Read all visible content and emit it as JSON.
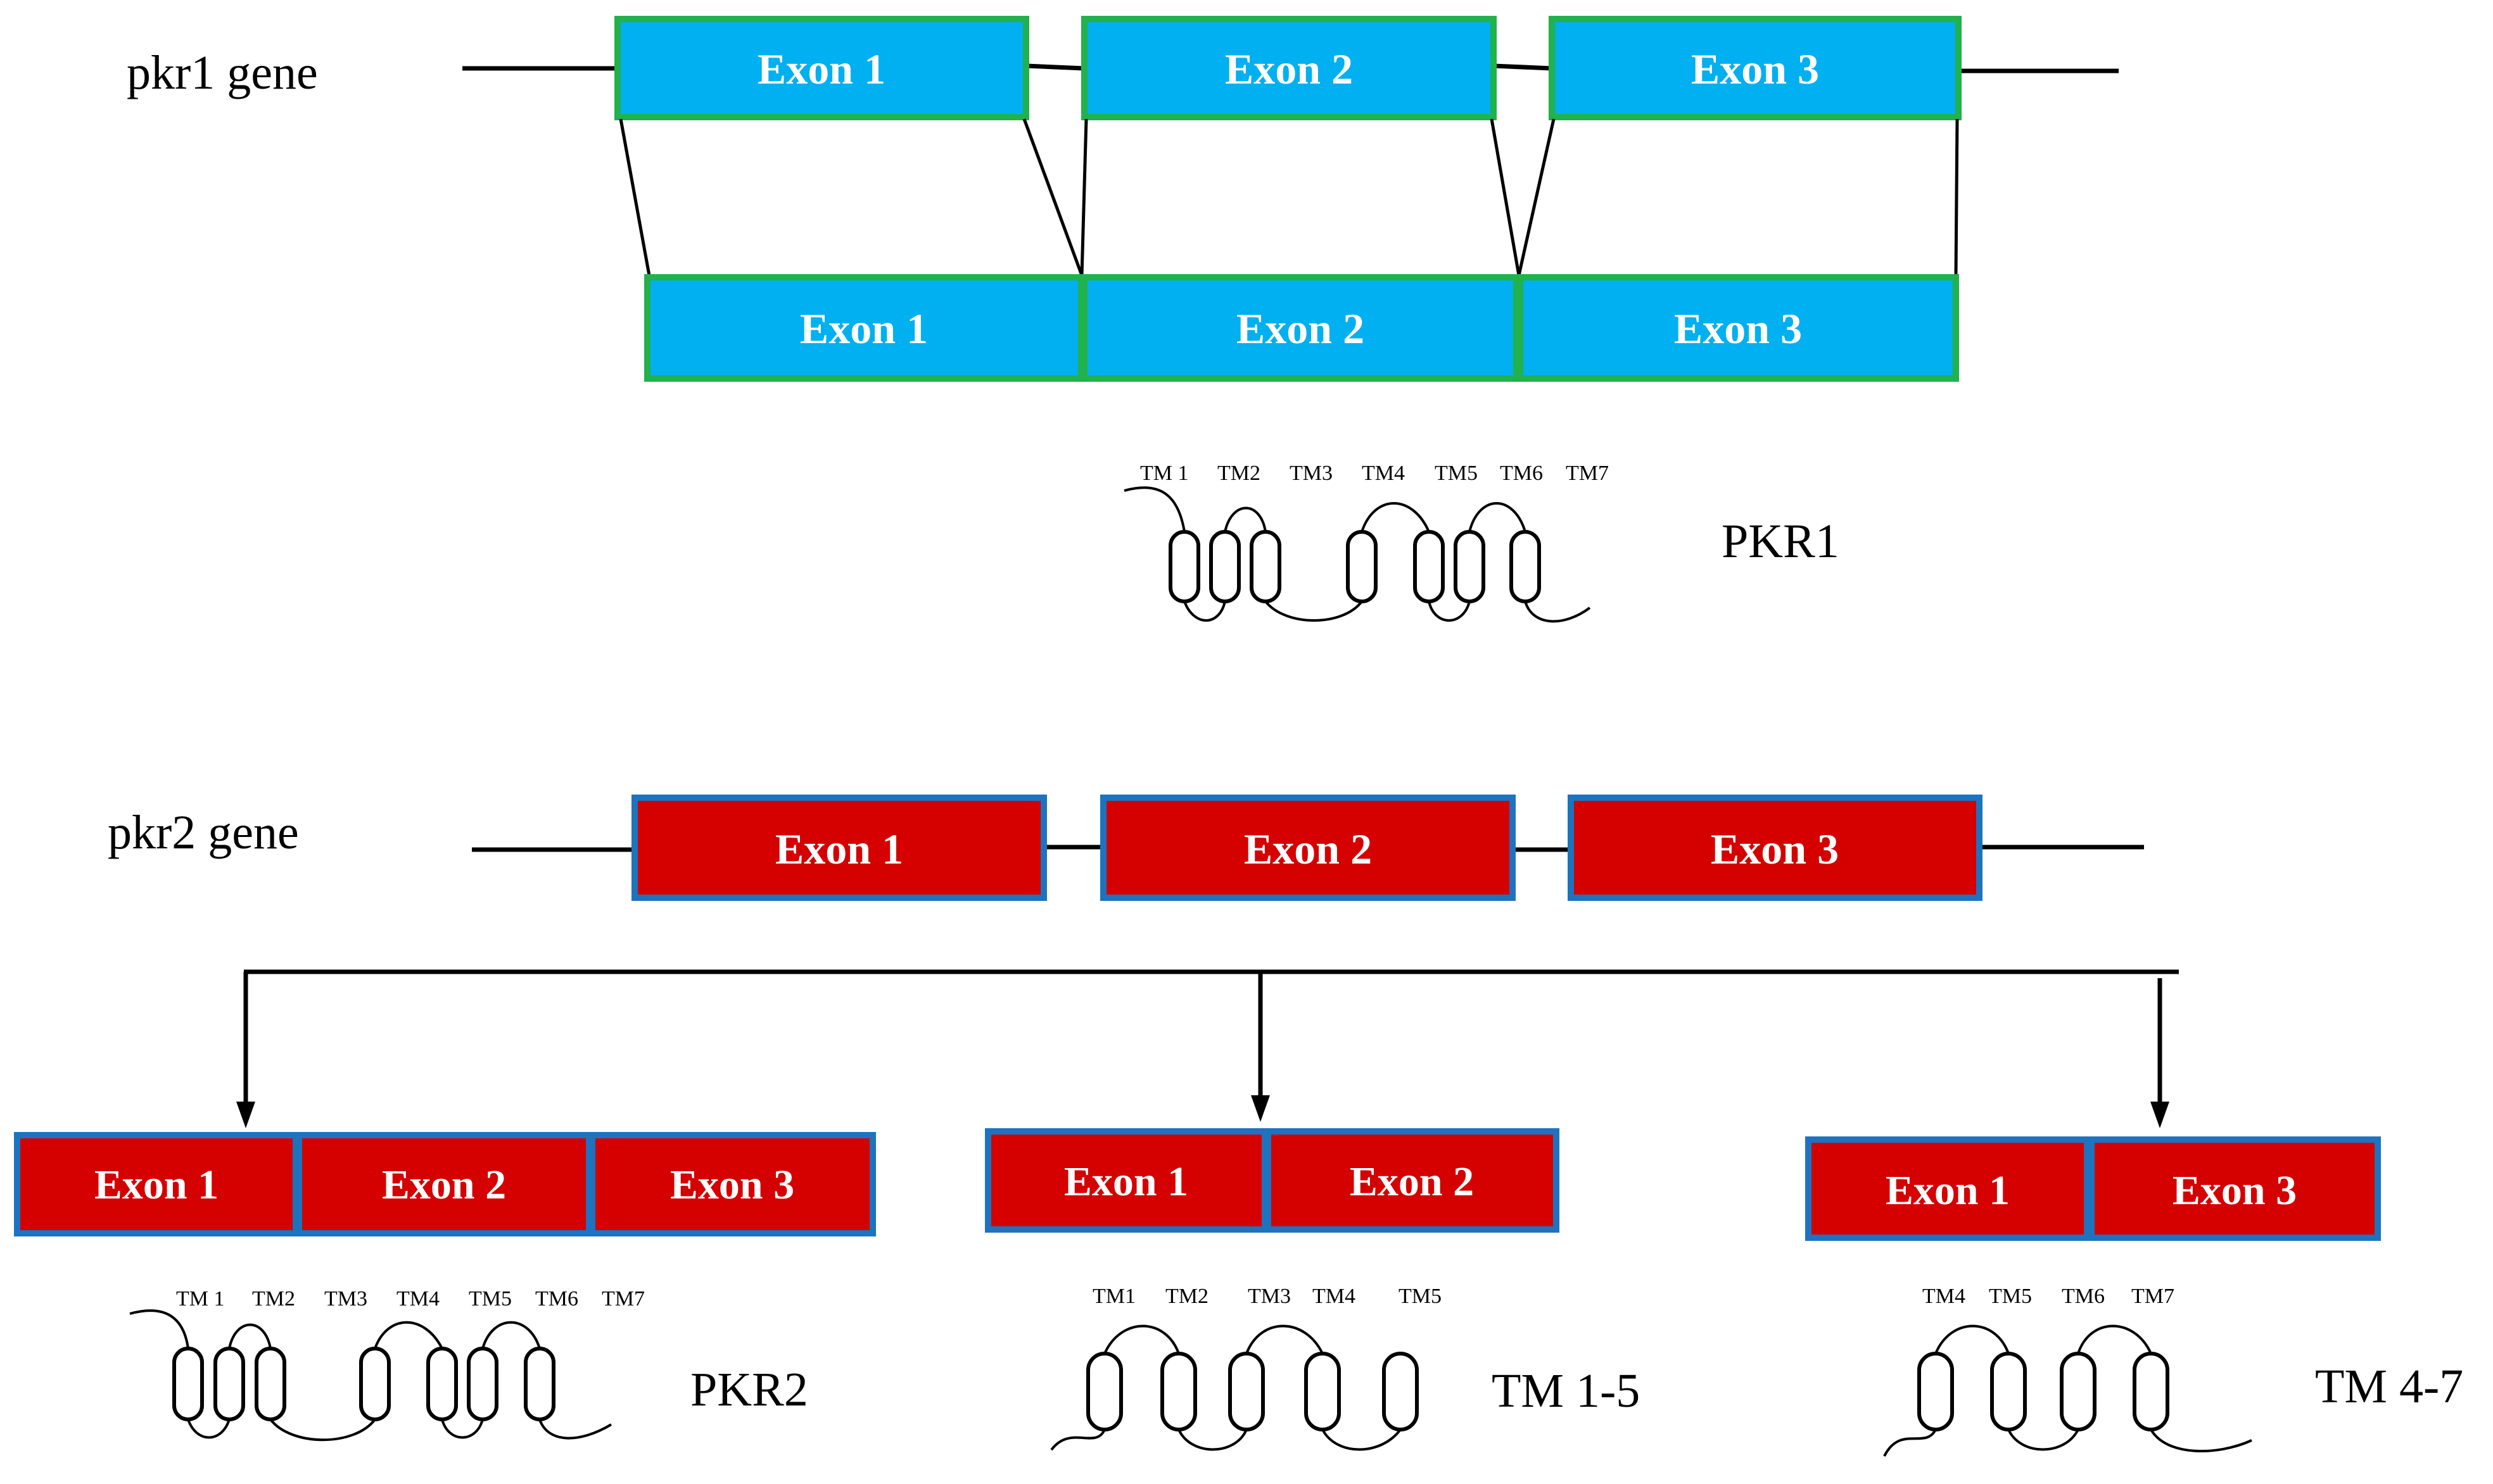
{
  "colors": {
    "pkr1_exon_fill": "#00b0f0",
    "pkr1_exon_border": "#22b14c",
    "pkr2_exon_fill": "#d50000",
    "pkr2_exon_border": "#1e73be",
    "line": "#000000"
  },
  "pkr1": {
    "gene_label": "pkr1 gene",
    "gene_exons": [
      "Exon 1",
      "Exon 2",
      "Exon 3"
    ],
    "transcript_exons": [
      "Exon 1",
      "Exon 2",
      "Exon 3"
    ],
    "protein_label": "PKR1",
    "tm_labels": [
      "TM 1",
      "TM2",
      "TM3",
      "TM4",
      "TM5",
      "TM6",
      "TM7"
    ]
  },
  "pkr2": {
    "gene_label": "pkr2 gene",
    "gene_exons": [
      "Exon 1",
      "Exon 2",
      "Exon 3"
    ],
    "isoforms": [
      {
        "exons": [
          "Exon 1",
          "Exon 2",
          "Exon 3"
        ],
        "protein_label": "PKR2",
        "tm_labels": [
          "TM 1",
          "TM2",
          "TM3",
          "TM4",
          "TM5",
          "TM6",
          "TM7"
        ]
      },
      {
        "exons": [
          "Exon 1",
          "Exon 2"
        ],
        "protein_label": "TM 1-5",
        "tm_labels": [
          "TM1",
          "TM2",
          "TM3",
          "TM4",
          "TM5"
        ]
      },
      {
        "exons": [
          "Exon 1",
          "Exon 3"
        ],
        "protein_label": "TM 4-7",
        "tm_labels": [
          "TM4",
          "TM5",
          "TM6",
          "TM7"
        ]
      }
    ]
  }
}
